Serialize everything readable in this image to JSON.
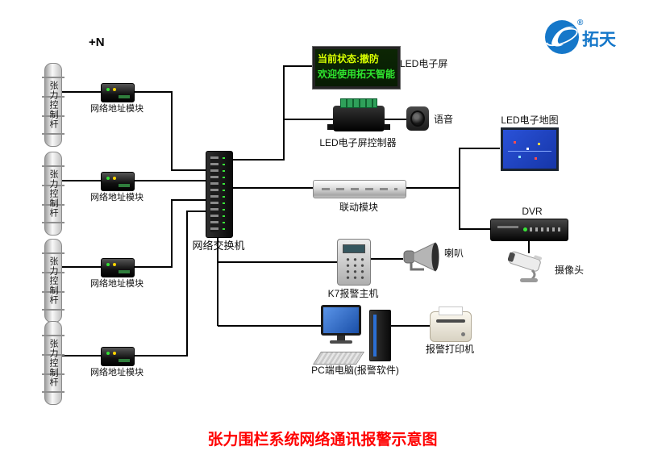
{
  "title": "张力围栏系统网络通讯报警示意图",
  "annotations": {
    "plus_n": "+N"
  },
  "logo": {
    "brand": "拓天",
    "reg": "®"
  },
  "poles": [
    {
      "label": "张力控制杆"
    },
    {
      "label": "张力控制杆"
    },
    {
      "label": "张力控制杆"
    },
    {
      "label": "张力控制杆"
    }
  ],
  "modules": [
    {
      "label": "网络地址模块"
    },
    {
      "label": "网络地址模块"
    },
    {
      "label": "网络地址模块"
    },
    {
      "label": "网络地址模块"
    }
  ],
  "switch": {
    "label": "网络交换机"
  },
  "led_screen": {
    "line1": "当前状态:撤防",
    "line2": "欢迎使用拓天智能",
    "label": "LED电子屏"
  },
  "led_controller": {
    "label": "LED电子屏控制器"
  },
  "voice": {
    "label": "语音"
  },
  "linkage": {
    "label": "联动模块"
  },
  "led_map": {
    "label": "LED电子地图"
  },
  "dvr": {
    "label": "DVR"
  },
  "camera": {
    "label": "摄像头"
  },
  "horn": {
    "label": "喇叭"
  },
  "k7": {
    "label": "K7报警主机"
  },
  "pc": {
    "label": "PC端电脑(报警软件)"
  },
  "printer": {
    "label": "报警打印机"
  },
  "colors": {
    "title_red": "#ff0000",
    "logo_blue": "#1577c9",
    "led_green": "#2fe62f",
    "led_yellow": "#d8ff00",
    "map_blue": "#2a52d8"
  }
}
